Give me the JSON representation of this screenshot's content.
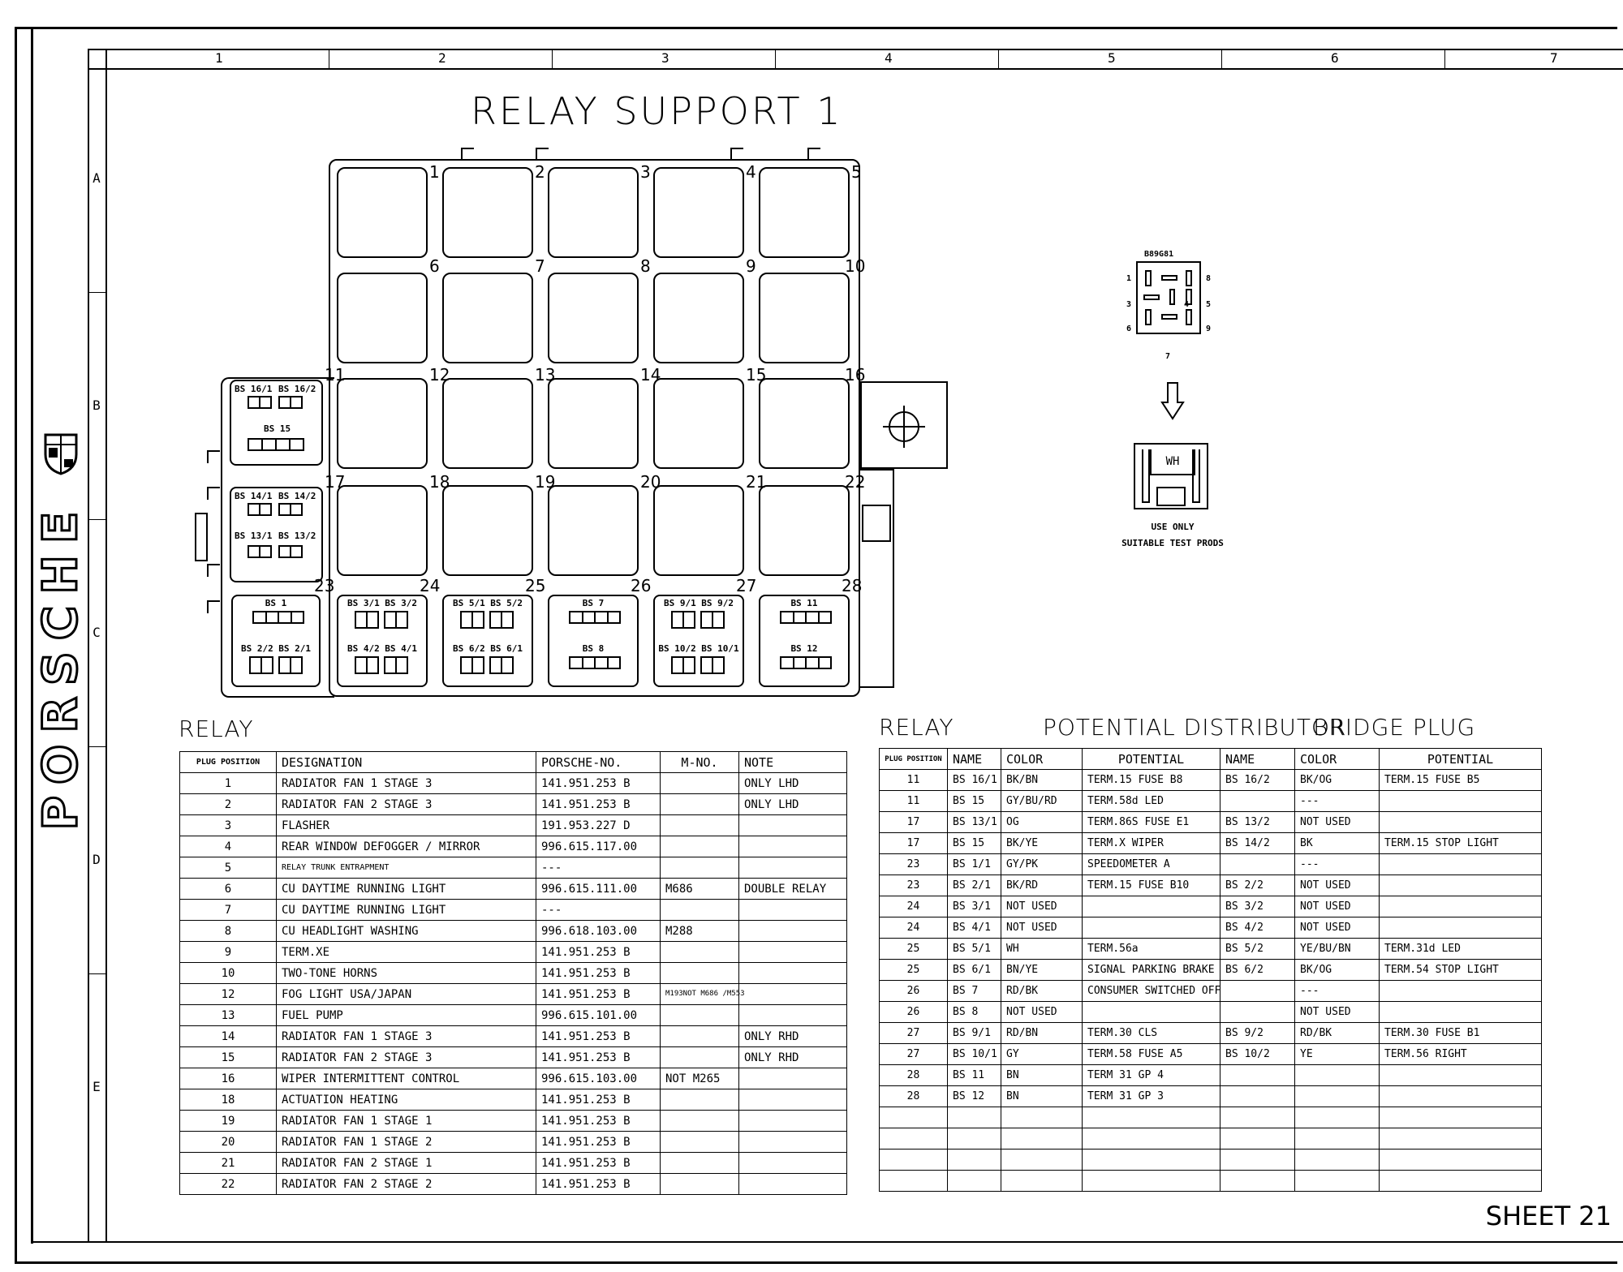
{
  "title": "RELAY SUPPORT 1",
  "brand": "PORSCHE",
  "sheet": "SHEET 21",
  "grid": {
    "columns": [
      "1",
      "2",
      "3",
      "4",
      "5",
      "6",
      "7"
    ],
    "rows": [
      "A",
      "B",
      "C",
      "D",
      "E"
    ]
  },
  "board": {
    "sockets": [
      "1",
      "2",
      "3",
      "4",
      "5",
      "6",
      "7",
      "8",
      "9",
      "10",
      "11",
      "12",
      "13",
      "14",
      "15",
      "16",
      "17",
      "18",
      "19",
      "20",
      "21",
      "22"
    ],
    "fuse_numbers": [
      "23",
      "24",
      "25",
      "26",
      "27",
      "28"
    ],
    "upper_fuse_labels": [
      {
        "top_left": "BS 16/1",
        "top_right": "BS 16/2",
        "middle": "BS 15"
      },
      {
        "top_left": "BS 14/1",
        "top_right": "BS 14/2",
        "middle": "BS 13/1",
        "middle_right": "BS 13/2"
      }
    ],
    "fuse_labels": [
      {
        "top": "BS 1",
        "bottom": "BS 2/2   BS 2/1"
      },
      {
        "top": "BS 3/1 BS 3/2",
        "bottom": "BS 4/2  BS 4/1"
      },
      {
        "top": "BS 5/1 BS 5/2",
        "bottom": "BS 6/2  BS 6/1"
      },
      {
        "top": "BS 7",
        "bottom": "BS 8"
      },
      {
        "top": "BS 9/1 BS 9/2",
        "bottom": "BS 10/2 BS 10/1"
      },
      {
        "top": "BS 11",
        "bottom": "BS 12"
      }
    ]
  },
  "connector": {
    "part": "B89G81",
    "pins": [
      "1",
      "3",
      "6",
      "8",
      "5",
      "9",
      "7",
      "4"
    ],
    "probe_label": "WH",
    "note_line1": "USE ONLY",
    "note_line2": "SUITABLE TEST PRODS"
  },
  "relay_table": {
    "heading": "RELAY",
    "headers": [
      "PLUG POSITION",
      "DESIGNATION",
      "PORSCHE-NO.",
      "M-NO.",
      "NOTE"
    ],
    "rows": [
      [
        "1",
        "RADIATOR FAN 1    STAGE 3",
        "141.951.253 B",
        "",
        "ONLY LHD"
      ],
      [
        "2",
        "RADIATOR FAN 2    STAGE 3",
        "141.951.253 B",
        "",
        "ONLY LHD"
      ],
      [
        "3",
        "FLASHER",
        "191.953.227 D",
        "",
        ""
      ],
      [
        "4",
        "REAR WINDOW DEFOGGER / MIRROR",
        "996.615.117.00",
        "",
        ""
      ],
      [
        "5",
        "RELAY TRUNK ENTRAPMENT",
        "---",
        "",
        ""
      ],
      [
        "6",
        "CU DAYTIME RUNNING LIGHT",
        "996.615.111.00",
        "M686",
        "DOUBLE RELAY"
      ],
      [
        "7",
        "CU DAYTIME RUNNING LIGHT",
        "---",
        "",
        ""
      ],
      [
        "8",
        "CU HEADLIGHT WASHING",
        "996.618.103.00",
        "M288",
        ""
      ],
      [
        "9",
        "TERM.XE",
        "141.951.253 B",
        "",
        ""
      ],
      [
        "10",
        "TWO-TONE HORNS",
        "141.951.253 B",
        "",
        ""
      ],
      [
        "12",
        "FOG LIGHT USA/JAPAN",
        "141.951.253 B",
        "M193NOT M686 /M553",
        ""
      ],
      [
        "13",
        "FUEL PUMP",
        "996.615.101.00",
        "",
        ""
      ],
      [
        "14",
        "RADIATOR FAN 1 STAGE 3",
        "141.951.253 B",
        "",
        "ONLY RHD"
      ],
      [
        "15",
        "RADIATOR FAN 2 STAGE 3",
        "141.951.253 B",
        "",
        "ONLY RHD"
      ],
      [
        "16",
        "WIPER INTERMITTENT CONTROL",
        "996.615.103.00",
        "NOT M265",
        ""
      ],
      [
        "18",
        "ACTUATION HEATING",
        "141.951.253 B",
        "",
        ""
      ],
      [
        "19",
        "RADIATOR FAN 1 STAGE 1",
        "141.951.253 B",
        "",
        ""
      ],
      [
        "20",
        "RADIATOR FAN 1 STAGE 2",
        "141.951.253 B",
        "",
        ""
      ],
      [
        "21",
        "RADIATOR FAN 2 STAGE 1",
        "141.951.253 B",
        "",
        ""
      ],
      [
        "22",
        "RADIATOR FAN 2 STAGE 2",
        "141.951.253 B",
        "",
        ""
      ]
    ]
  },
  "dist_table": {
    "heading_left": "RELAY",
    "heading_mid": "POTENTIAL DISTRIBUTOR",
    "heading_right": "BRIDGE PLUG",
    "headers": [
      "PLUG POSITION",
      "NAME",
      "COLOR",
      "POTENTIAL",
      "NAME",
      "COLOR",
      "POTENTIAL"
    ],
    "rows": [
      [
        "11",
        "BS 16/1",
        "BK/BN",
        "TERM.15  FUSE B8",
        "BS 16/2",
        "BK/OG",
        "TERM.15  FUSE B5"
      ],
      [
        "11",
        "BS 15",
        "GY/BU/RD",
        "TERM.58d LED",
        "",
        "---",
        ""
      ],
      [
        "17",
        "BS 13/1",
        "OG",
        "TERM.86S FUSE E1",
        "BS 13/2",
        "NOT USED",
        ""
      ],
      [
        "17",
        "BS 15",
        "BK/YE",
        "TERM.X   WIPER",
        "BS 14/2",
        "BK",
        "TERM.15  STOP LIGHT"
      ],
      [
        "23",
        "BS 1/1",
        "GY/PK",
        "SPEEDOMETER A",
        "",
        "---",
        ""
      ],
      [
        "23",
        "BS 2/1",
        "BK/RD",
        "TERM.15  FUSE B10",
        "BS 2/2",
        "NOT USED",
        ""
      ],
      [
        "24",
        "BS 3/1",
        "NOT USED",
        "",
        "BS 3/2",
        "NOT USED",
        ""
      ],
      [
        "24",
        "BS 4/1",
        "NOT USED",
        "",
        "BS 4/2",
        "NOT USED",
        ""
      ],
      [
        "25",
        "BS 5/1",
        "WH",
        "TERM.56a",
        "BS 5/2",
        "YE/BU/BN",
        "TERM.31d LED"
      ],
      [
        "25",
        "BS 6/1",
        "BN/YE",
        "SIGNAL PARKING BRAKE",
        "BS 6/2",
        "BK/OG",
        "TERM.54  STOP LIGHT"
      ],
      [
        "26",
        "BS 7",
        "RD/BK",
        "CONSUMER SWITCHED OFF",
        "",
        "---",
        ""
      ],
      [
        "26",
        "BS 8",
        "NOT USED",
        "",
        "",
        "NOT USED",
        ""
      ],
      [
        "27",
        "BS 9/1",
        "RD/BN",
        "TERM.30  CLS",
        "BS 9/2",
        "RD/BK",
        "TERM.30  FUSE B1"
      ],
      [
        "27",
        "BS 10/1",
        "GY",
        "TERM.58  FUSE A5",
        "BS 10/2",
        "YE",
        "TERM.56  RIGHT"
      ],
      [
        "28",
        "BS 11",
        "BN",
        "TERM 31  GP 4",
        "",
        "",
        ""
      ],
      [
        "28",
        "BS 12",
        "BN",
        "TERM 31  GP 3",
        "",
        "",
        ""
      ],
      [
        "",
        "",
        "",
        "",
        "",
        "",
        ""
      ],
      [
        "",
        "",
        "",
        "",
        "",
        "",
        ""
      ],
      [
        "",
        "",
        "",
        "",
        "",
        "",
        ""
      ],
      [
        "",
        "",
        "",
        "",
        "",
        "",
        ""
      ]
    ]
  }
}
